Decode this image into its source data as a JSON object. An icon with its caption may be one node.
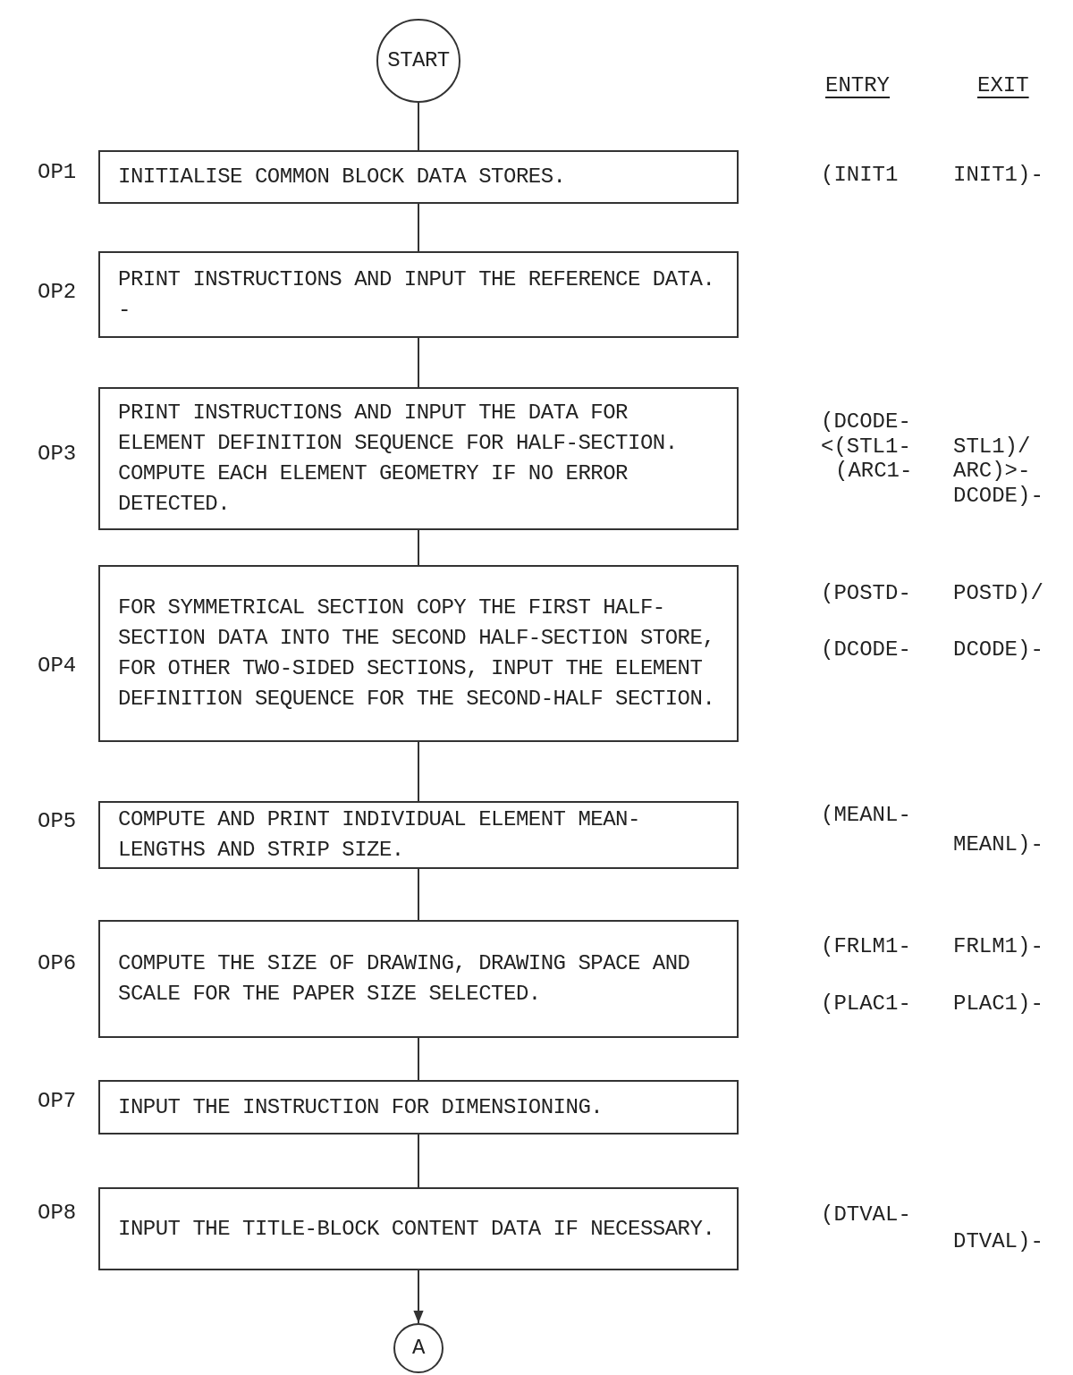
{
  "diagram": {
    "nodes": [
      {
        "text": [
          "START"
        ]
      },
      {
        "text": [
          "INITIALISE COMMON BLOCK DATA STORES."
        ],
        "beside": [
          "OP1"
        ]
      },
      {
        "text": [
          "PRINT INSTRUCTIONS AND INPUT THE REFERENCE DATA. -"
        ],
        "beside": [
          "OP2"
        ]
      },
      {
        "text": [
          "PRINT INSTRUCTIONS AND INPUT THE DATA FOR ELEMENT DEFINITION SEQUENCE FOR HALF-SECTION. COMPUTE EACH ELEMENT GEOMETRY IF NO ERROR DETECTED."
        ],
        "beside": [
          "OP3"
        ]
      },
      {
        "text": [
          "FOR SYMMETRICAL SECTION COPY THE FIRST HALF-SECTION DATA INTO THE SECOND HALF-SECTION STORE, FOR OTHER TWO-SIDED SECTIONS, INPUT THE ELEMENT DEFINITION SEQUENCE FOR THE SECOND-HALF SECTION."
        ],
        "beside": [
          "OP4"
        ]
      },
      {
        "text": [
          "COMPUTE AND PRINT INDIVIDUAL ELEMENT MEAN-LENGTHS AND STRIP SIZE."
        ],
        "beside": [
          "OP5"
        ]
      },
      {
        "text": [
          "COMPUTE THE SIZE OF DRAWING, DRAWING SPACE AND SCALE FOR THE PAPER SIZE SELECTED."
        ],
        "beside": [
          "OP6"
        ]
      },
      {
        "text": [
          "INPUT THE INSTRUCTION FOR DIMENSIONING."
        ],
        "beside": [
          "OP7"
        ]
      },
      {
        "text": [
          "INPUT THE TITLE-BLOCK CONTENT DATA IF NECESSARY."
        ],
        "beside": [
          "OP8"
        ]
      },
      {
        "text": [
          "A"
        ]
      }
    ],
    "edges": [
      {
        "from": 0,
        "to": 1,
        "arrow": "none"
      },
      {
        "from": 1,
        "to": 2,
        "arrow": "none"
      },
      {
        "from": 2,
        "to": 3,
        "arrow": "none"
      },
      {
        "from": 3,
        "to": 4,
        "arrow": "none"
      },
      {
        "from": 4,
        "to": 5,
        "arrow": "none"
      },
      {
        "from": 5,
        "to": 6,
        "arrow": "none"
      },
      {
        "from": 6,
        "to": 7,
        "arrow": "none"
      },
      {
        "from": 7,
        "to": 8,
        "arrow": "none"
      },
      {
        "from": 8,
        "to": 9,
        "arrow": "to"
      }
    ],
    "labels": [
      "ENTRY",
      "EXIT",
      "(INIT1",
      "INIT1)-",
      "(DCODE-",
      "<(STL1-",
      "STL1)/",
      "(ARC1-",
      "ARC)>-",
      "DCODE)-",
      "(POSTD-",
      "POSTD)/",
      "(DCODE-",
      "DCODE)-",
      "(MEANL-",
      "MEANL)-",
      "(FRLM1-",
      "FRLM1)-",
      "(PLAC1-",
      "PLAC1)-",
      "(DTVAL-",
      "DTVAL)-"
    ]
  }
}
